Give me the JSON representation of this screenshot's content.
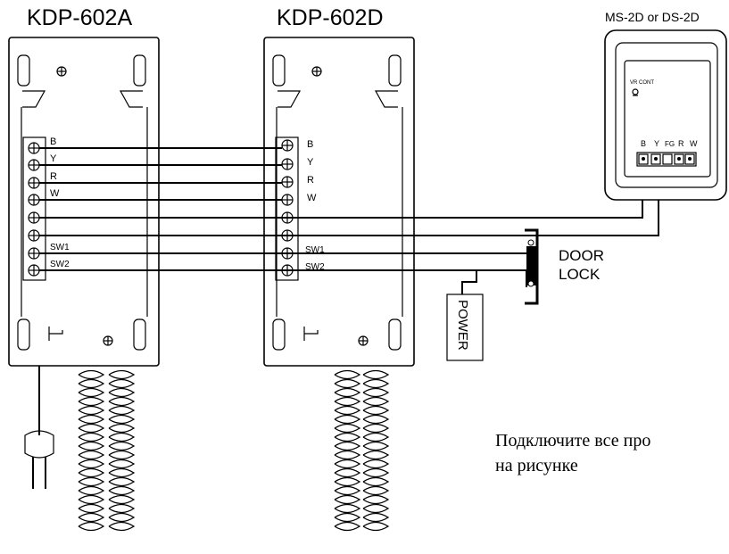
{
  "devices": {
    "left": {
      "title": "KDP-602A"
    },
    "middle": {
      "title": "KDP-602D"
    },
    "door": {
      "title": "MS-2D or DS-2D",
      "vr_label": "VR CONT"
    }
  },
  "terminals": [
    "B",
    "Y",
    "R",
    "W",
    "",
    "",
    "SW1",
    "SW2"
  ],
  "door_terminals": [
    "B",
    "Y",
    "FG",
    "R",
    "W"
  ],
  "door_lock": {
    "line1": "DOOR",
    "line2": "LOCK"
  },
  "power": {
    "label": "POWER"
  },
  "note": {
    "line1": "Подключите все про",
    "line2": "на рисунке"
  }
}
